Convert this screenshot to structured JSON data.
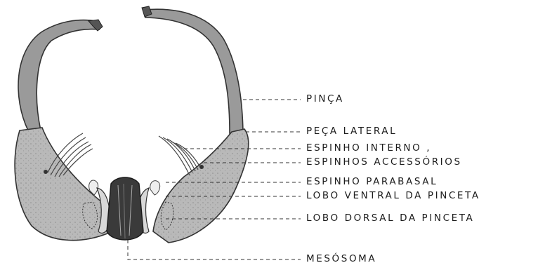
{
  "figure": {
    "labels": [
      {
        "id": "pinca",
        "text": "PINÇA"
      },
      {
        "id": "peca-lateral",
        "text": "PEÇA LATERAL"
      },
      {
        "id": "espinho-interno",
        "text": "ESPINHO INTERNO ,"
      },
      {
        "id": "espinhos-accessorios",
        "text": "ESPINHOS ACCESSÓRIOS"
      },
      {
        "id": "espinho-parabasal",
        "text": "ESPINHO PARABASAL"
      },
      {
        "id": "lobo-ventral",
        "text": "LOBO VENTRAL DA PINCETA"
      },
      {
        "id": "lobo-dorsal",
        "text": "LOBO DORSAL DA PINCETA"
      },
      {
        "id": "mesosoma",
        "text": "MESÓSOMA"
      }
    ]
  }
}
